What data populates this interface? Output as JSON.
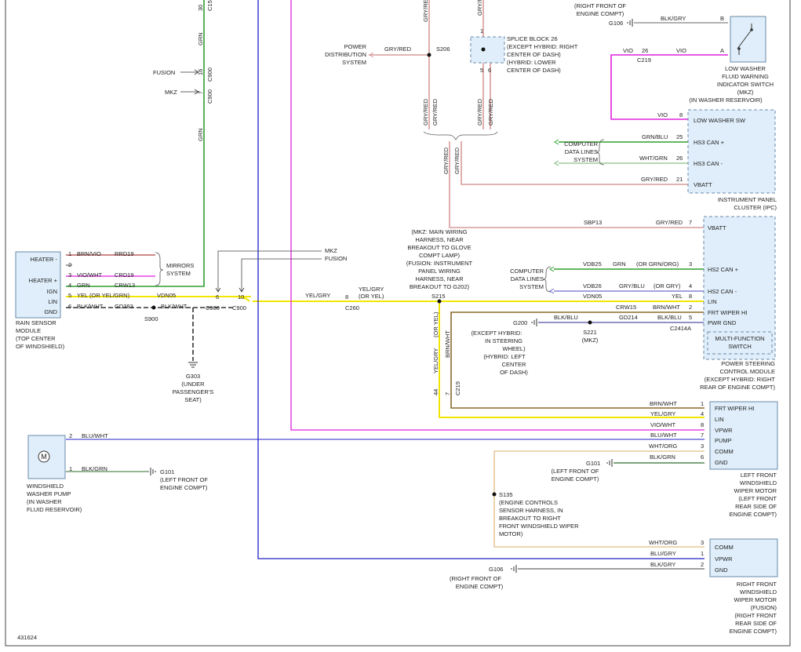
{
  "figure_id": "431624",
  "connectors": {
    "c15": "C15",
    "c900a": "C900",
    "c900b": "C900",
    "c900c": "C900",
    "c900d": "C900",
    "c260": "C260",
    "c219a": "C219",
    "c219b": "C219",
    "c2414a": "C2414A"
  },
  "labels": {
    "fusion": "FUSION",
    "mkz": "MKZ",
    "mkz_b": "MKZ",
    "fusion_b": "FUSION",
    "grn": "GRN",
    "pin30": "30",
    "pin16": "16",
    "pin7": "7",
    "pin6": "6",
    "pin10": "10",
    "pin8": "8",
    "pin44": "44",
    "pin7b": "7",
    "grn_top": "GRN",
    "grn_mid": "GRN"
  },
  "rain_sensor": {
    "pins": [
      "HEATER -",
      "",
      "HEATER +",
      "IGN",
      "LIN",
      "GND"
    ],
    "pin_numbers": [
      "1",
      "2",
      "3",
      "4",
      "5",
      "6"
    ],
    "wires": [
      "BRN/VIO",
      "",
      "VIO/WHT",
      "GRN",
      "YEL (OR YEL/GRN)",
      "BLK/WHT"
    ],
    "circuits": [
      "RRD19",
      "",
      "CRD19",
      "CRW13",
      "VDN05",
      "GD383"
    ],
    "caption": [
      "RAIN SENSOR",
      "MODULE",
      "(TOP CENTER",
      "OF WINDSHIELD)"
    ]
  },
  "mirrors": [
    "MIRRORS",
    "SYSTEM"
  ],
  "s900": "S900",
  "blk_wht": "BLK/WHT",
  "g303": [
    "G303",
    "(UNDER",
    "PASSENGER'S",
    "SEAT)"
  ],
  "yel_gry": "YEL/GRY",
  "yel_gry_alt": [
    "YEL/GRY",
    "(OR YEL)"
  ],
  "power_dist": [
    "POWER",
    "DISTRIBUTION",
    "SYSTEM"
  ],
  "s206": "S206",
  "gry_red": "GRY/RED",
  "splice_block": [
    "SPLICE BLOCK 26",
    "(EXCEPT HYBRID: RIGHT",
    "CENTER OF DASH)",
    "(HYBRID: LOWER",
    "CENTER OF DASH)"
  ],
  "splice_pins": [
    "1",
    "5",
    "6"
  ],
  "engine_compt_top": [
    "(RIGHT FRONT OF",
    "ENGINE COMPT)"
  ],
  "g106_top": "G106",
  "blk_gry": "BLK/GRY",
  "vio": "VIO",
  "pin26": "26",
  "low_washer": {
    "pins": [
      "B",
      "A"
    ],
    "caption": [
      "LOW WASHER",
      "FLUID WARNING",
      "INDICATOR SWITCH",
      "(MKZ)",
      "(IN WASHER RESERVOIR)"
    ]
  },
  "ipc": {
    "pins": [
      "LOW WASHER SW",
      "HS3 CAN +",
      "HS3 CAN -",
      "VBATT"
    ],
    "pin_numbers": [
      "8",
      "25",
      "26",
      "21"
    ],
    "wires": [
      "VIO",
      "GRN/BLU",
      "WHT/GRN",
      "GRY/RED"
    ],
    "caption": [
      "INSTRUMENT PANEL",
      "CLUSTER (IPC)"
    ]
  },
  "comp_data_1": [
    "COMPUTER",
    "DATA LINES",
    "SYSTEM"
  ],
  "sbp13": "SBP13",
  "mkz_harness": [
    "(MKZ: MAIN WIRING",
    "HARNESS, NEAR",
    "BREAKOUT TO GLOVE",
    "COMPT LAMP)",
    "(FUSION: INSTRUMENT",
    "PANEL WIRING",
    "HARNESS, NEAR",
    "BREAKOUT TO G202)"
  ],
  "s215": "S215",
  "comp_data_2": [
    "COMPUTER",
    "DATA LINES",
    "SYSTEM"
  ],
  "pscm": {
    "pins": [
      "VBATT",
      "HS2 CAN +",
      "HS2 CAN -",
      "LIN",
      "FRT WIPER HI",
      "PWR GND"
    ],
    "pin_numbers": [
      "7",
      "3",
      "4",
      "8",
      "2",
      "5"
    ],
    "circuits": [
      "SBP13",
      "VDB25",
      "VDB26",
      "VDN05",
      "CRW15",
      "GD214"
    ],
    "wires": [
      "GRY/RED",
      "(OR GRN/ORG)",
      "(OR GRY)",
      "YEL",
      "BRN/WHT",
      "BLK/BLU"
    ],
    "wires_pre": [
      "",
      "GRN",
      "GRY/BLU",
      "",
      "",
      ""
    ],
    "mfs": [
      "MULTI-FUNCTION",
      "SWITCH"
    ],
    "caption": [
      "POWER STEERING",
      "CONTROL MODULE",
      "(EXCEPT HYBRID: RIGHT",
      "REAR OF ENGINE COMPT)"
    ]
  },
  "g200": "G200",
  "blk_blu": "BLK/BLU",
  "s221": [
    "S221",
    "(MKZ)"
  ],
  "hybrid_note": [
    "(EXCEPT HYBRID:",
    "IN STEERING",
    "WHEEL)",
    "(HYBRID: LEFT",
    "CENTER",
    "OF DASH)"
  ],
  "vert_yel": "YEL/GRY",
  "vert_or_yel": "(OR YEL)",
  "vert_brn": "BRN/WHT",
  "lf_motor": {
    "pins": [
      "FRT WIPER HI",
      "LIN",
      "VPWR",
      "PUMP",
      "COMM",
      "GND"
    ],
    "pin_numbers": [
      "1",
      "4",
      "8",
      "7",
      "3",
      "6"
    ],
    "wires": [
      "BRN/WHT",
      "YEL/GRY",
      "VIO/WHT",
      "BLU/WHT",
      "WHT/ORG",
      "BLK/GRN"
    ],
    "caption": [
      "LEFT FRONT",
      "WINDSHIELD",
      "WIPER MOTOR",
      "(LEFT FRONT",
      "REAR SIDE OF",
      "ENGINE COMPT)"
    ]
  },
  "g101_mid": "G101",
  "lf_engine": [
    "(LEFT FRONT OF",
    "ENGINE COMPT)"
  ],
  "washer_pump": {
    "pins": [
      "2",
      "1"
    ],
    "wires": [
      "BLU/WHT",
      "BLK/GRN"
    ],
    "symbol": "M",
    "caption": [
      "WINDSHIELD",
      "WASHER PUMP",
      "(IN WASHER",
      "FLUID RESERVOIR)"
    ]
  },
  "g101_left": [
    "G101",
    "(LEFT FRONT OF",
    "ENGINE COMPT)"
  ],
  "s135": [
    "S135",
    "(ENGINE CONTROLS",
    "SENSOR HARNESS, IN",
    "BREAKOUT TO RIGHT",
    "FRONT WINDSHIELD WIPER",
    "MOTOR)"
  ],
  "rf_motor": {
    "pins": [
      "COMM",
      "VPWR",
      "GND"
    ],
    "pin_numbers": [
      "3",
      "1",
      "2"
    ],
    "wires": [
      "WHT/ORG",
      "BLU/GRY",
      "BLK/GRY"
    ],
    "caption": [
      "RIGHT FRONT",
      "WINDSHIELD",
      "WIPER MOTOR",
      "(FUSION)",
      "(RIGHT FRONT",
      "REAR SIDE OF",
      "ENGINE COMPT)"
    ]
  },
  "g106_bottom": "G106",
  "rf_engine": [
    "(RIGHT FRONT OF",
    "ENGINE COMPT)"
  ],
  "colors": {
    "grn": "#2e9e2e",
    "yel": "#f2e600",
    "vio": "#e020e0",
    "blu": "#2020c8",
    "gry_red": "#d99a9a",
    "brn": "#8a6a2a",
    "wht_org": "#e8c89c",
    "blk": "#333333",
    "box": "#dfeefa"
  }
}
